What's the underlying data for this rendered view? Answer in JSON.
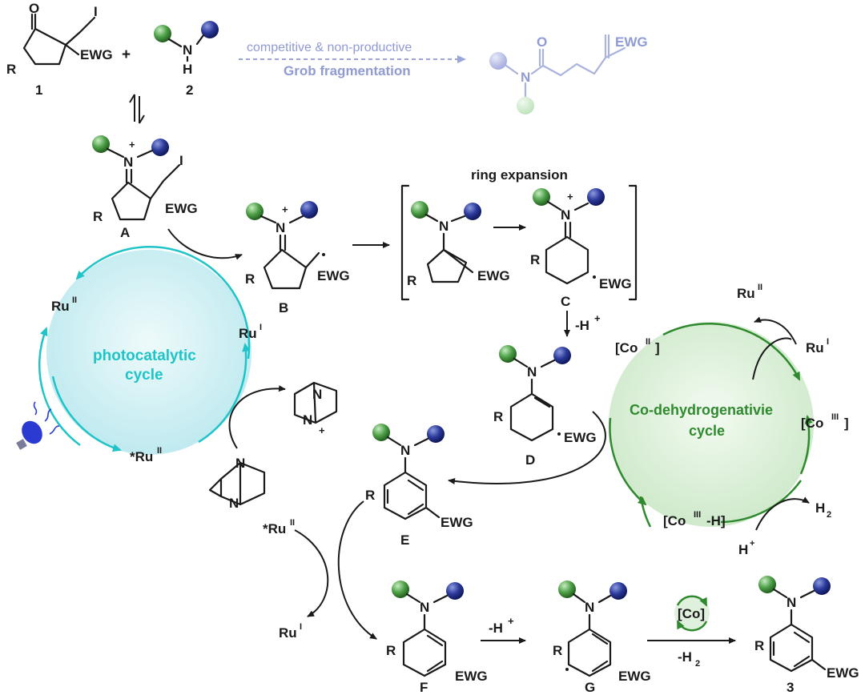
{
  "labels": {
    "compound1": "1",
    "compound2": "2",
    "compound3": "3",
    "A": "A",
    "B": "B",
    "C": "C",
    "D": "D",
    "E": "E",
    "F": "F",
    "G": "G"
  },
  "groups": {
    "ewg": "EWG",
    "r": "R",
    "o": "O",
    "i": "I",
    "n": "N",
    "h": "H",
    "plus": "+"
  },
  "grob": {
    "line1": "competitive & non-productive",
    "line2": "Grob fragmentation"
  },
  "ring_expansion": "ring expansion",
  "steps": {
    "minus_h": "-H",
    "minus_h2": "-H",
    "minus_h2_gas": "-H",
    "h2": "H",
    "hplus": "H"
  },
  "photocycle": {
    "title_l1": "photocatalytic",
    "title_l2": "cycle",
    "ru2": "Ru",
    "ru1": "Ru",
    "ru2_star": "*Ru"
  },
  "cocycle": {
    "title_l1": "Co-dehydrogenativie",
    "title_l2": "cycle",
    "co2": "[Co",
    "co3": "[Co",
    "co3h": "[Co",
    "ru2": "Ru",
    "ru1": "Ru"
  },
  "bottom": {
    "ru2_star": "*Ru",
    "ru1": "Ru",
    "co_cat": "[Co]"
  },
  "colors": {
    "teal": "#20c4c8",
    "teal_fill": "#d8f4f6",
    "green": "#2f8a2f",
    "green_fill": "#dff0dc",
    "navy": "#1e2c8a",
    "ball_green": "#4fa04a",
    "ball_blue": "#2b3a9a",
    "faint": "#8f9bd2"
  }
}
